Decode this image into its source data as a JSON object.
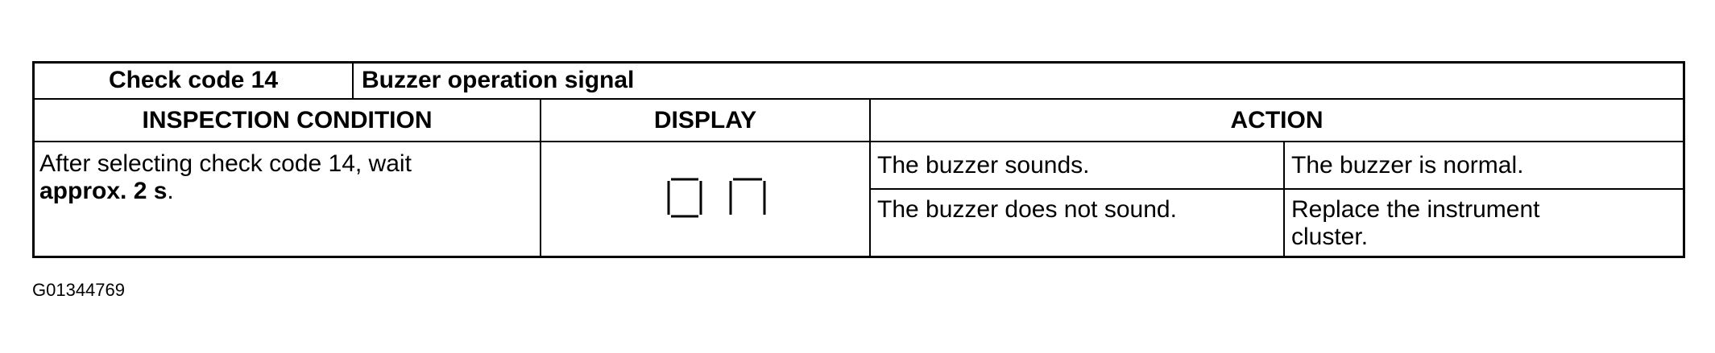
{
  "title_row": {
    "code_label": "Check code 14",
    "description": "Buzzer operation signal"
  },
  "headers": {
    "inspection_condition": "INSPECTION CONDITION",
    "display": "DISPLAY",
    "action": "ACTION"
  },
  "condition": {
    "text_part1": "After selecting check code 14, wait",
    "text_part2": "approx. 2 s",
    "text_part3": "."
  },
  "display_value": "07",
  "actions": [
    {
      "result": "The buzzer sounds.",
      "outcome": "The buzzer is normal."
    },
    {
      "result": "The buzzer does not sound.",
      "outcome": "Replace the instrument cluster."
    }
  ],
  "figure_id": "G01344769"
}
